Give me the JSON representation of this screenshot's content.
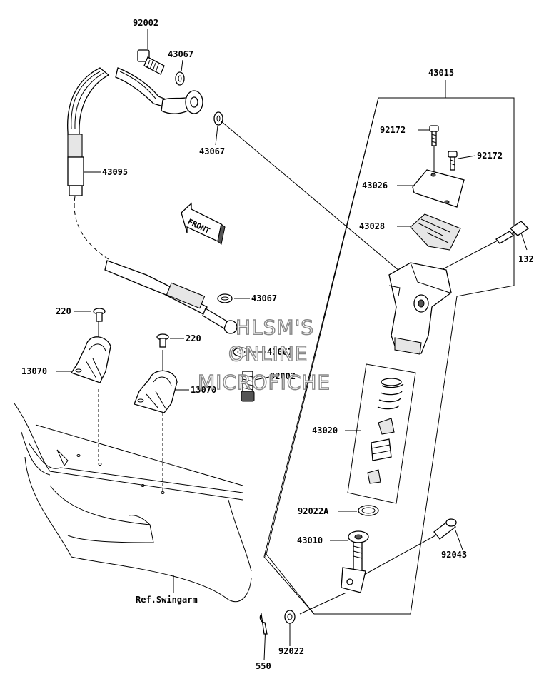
{
  "labels": {
    "p92002_top": "92002",
    "p43067_a": "43067",
    "p43067_b": "43067",
    "p43095": "43095",
    "p43015": "43015",
    "p92172_a": "92172",
    "p92172_b": "92172",
    "p43026": "43026",
    "p43028": "43028",
    "p132": "132",
    "p43067_c": "43067",
    "p220_a": "220",
    "p220_b": "220",
    "p43067_d": "43067",
    "p13070_a": "13070",
    "p92002_mid": "92002",
    "p13070_b": "13070",
    "p43020": "43020",
    "p92022A": "92022A",
    "p43010": "43010",
    "p92043": "92043",
    "ref_swingarm": "Ref.Swingarm",
    "p92022": "92022",
    "p550": "550"
  },
  "front_arrow": "FRONT",
  "watermark": {
    "line1": "HLSM'S",
    "line2": "ONLINE",
    "line3": "MICROFICHE"
  }
}
